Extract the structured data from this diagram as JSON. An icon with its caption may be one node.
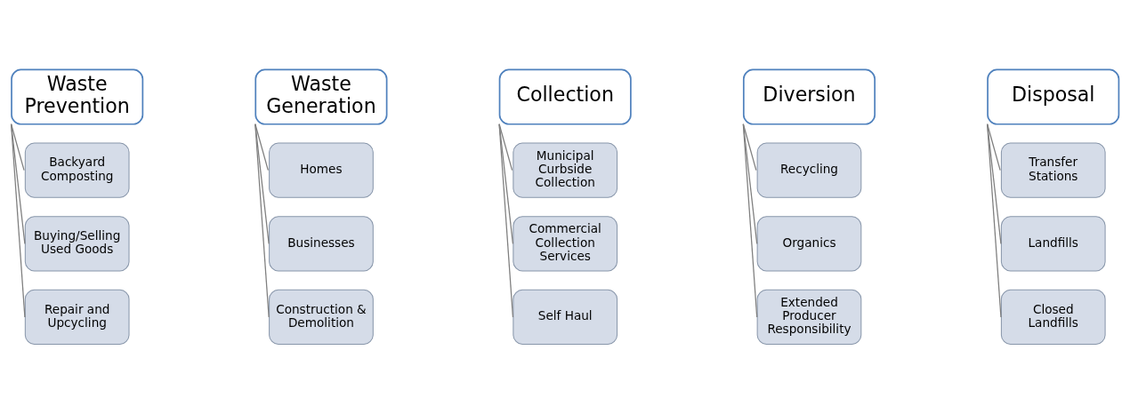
{
  "diagram": {
    "nodes": [
      {
        "text": [
          "Waste Prevention"
        ]
      },
      {
        "text": [
          "Backyard Composting"
        ]
      },
      {
        "text": [
          "Buying/Selling Used Goods"
        ]
      },
      {
        "text": [
          "Repair and Upcycling"
        ]
      },
      {
        "text": [
          "Waste Generation"
        ]
      },
      {
        "text": [
          "Homes"
        ]
      },
      {
        "text": [
          "Businesses"
        ]
      },
      {
        "text": [
          "Construction & Demolition"
        ]
      },
      {
        "text": [
          "Collection"
        ]
      },
      {
        "text": [
          "Municipal Curbside Collection"
        ]
      },
      {
        "text": [
          "Commercial Collection Services"
        ]
      },
      {
        "text": [
          "Self Haul"
        ]
      },
      {
        "text": [
          "Diversion"
        ]
      },
      {
        "text": [
          "Recycling"
        ]
      },
      {
        "text": [
          "Organics"
        ]
      },
      {
        "text": [
          "Extended Producer Responsibility"
        ]
      },
      {
        "text": [
          "Disposal"
        ]
      },
      {
        "text": [
          "Transfer Stations"
        ]
      },
      {
        "text": [
          "Landfills"
        ]
      },
      {
        "text": [
          "Closed Landfills"
        ]
      }
    ],
    "edges": [
      {
        "from": 0,
        "to": 1,
        "arrow": "none"
      },
      {
        "from": 0,
        "to": 2,
        "arrow": "none"
      },
      {
        "from": 0,
        "to": 3,
        "arrow": "none"
      },
      {
        "from": 4,
        "to": 5,
        "arrow": "none"
      },
      {
        "from": 4,
        "to": 6,
        "arrow": "none"
      },
      {
        "from": 4,
        "to": 7,
        "arrow": "none"
      },
      {
        "from": 8,
        "to": 9,
        "arrow": "none"
      },
      {
        "from": 8,
        "to": 10,
        "arrow": "none"
      },
      {
        "from": 8,
        "to": 11,
        "arrow": "none"
      },
      {
        "from": 12,
        "to": 13,
        "arrow": "none"
      },
      {
        "from": 12,
        "to": 14,
        "arrow": "none"
      },
      {
        "from": 12,
        "to": 15,
        "arrow": "none"
      },
      {
        "from": 16,
        "to": 17,
        "arrow": "none"
      },
      {
        "from": 16,
        "to": 18,
        "arrow": "none"
      },
      {
        "from": 16,
        "to": 19,
        "arrow": "none"
      }
    ]
  }
}
